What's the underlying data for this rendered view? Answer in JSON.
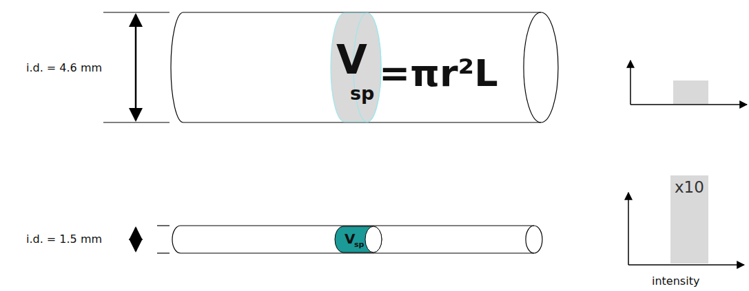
{
  "diagram": {
    "nodes": [
      {
        "text": [
          "V",
          "sp"
        ]
      },
      {
        "text": [
          "V",
          "sp"
        ]
      },
      {
        "text": [
          "x10"
        ]
      }
    ],
    "labels": [
      "i.d. = 4.6 mm",
      "=πr²L",
      "i.d. = 1.5 mm",
      "intensity"
    ]
  }
}
